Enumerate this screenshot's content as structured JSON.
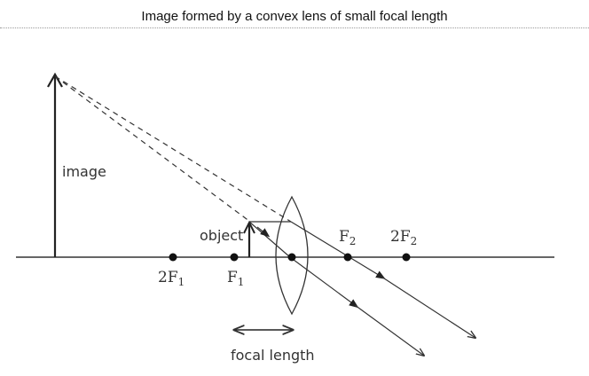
{
  "title": "Image formed by a convex lens of small focal length",
  "labels": {
    "image": "image",
    "object": "object",
    "focal_length": "focal length"
  },
  "points": {
    "twoF1": {
      "base": "2F",
      "sub": "1"
    },
    "F1": {
      "base": "F",
      "sub": "1"
    },
    "F2": {
      "base": "F",
      "sub": "2"
    },
    "twoF2": {
      "base": "2F",
      "sub": "2"
    }
  },
  "colors": {
    "stroke": "#333333",
    "background": "#ffffff"
  }
}
